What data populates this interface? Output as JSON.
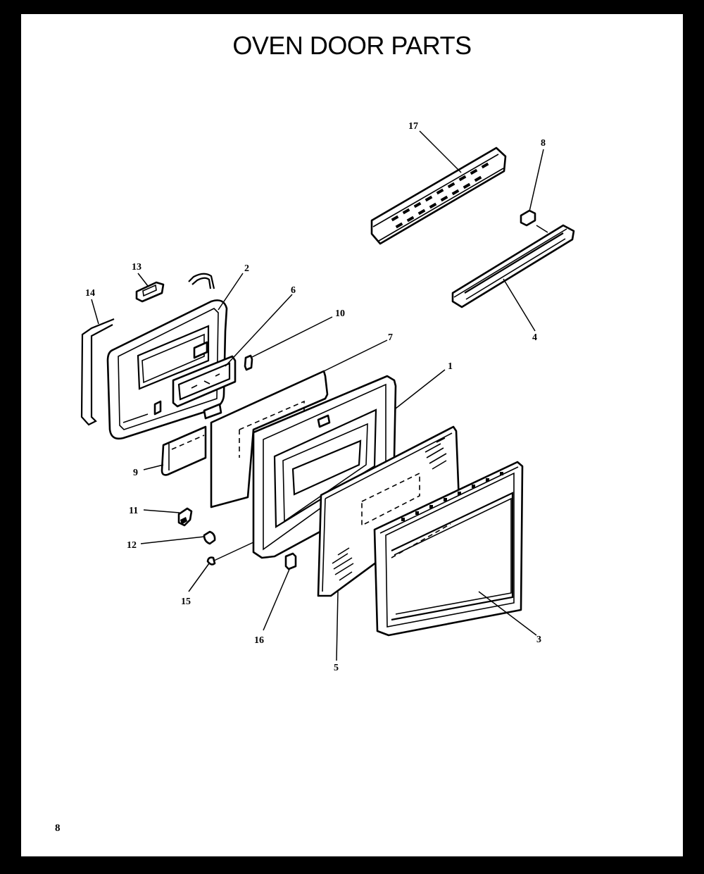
{
  "title": "OVEN DOOR PARTS",
  "page_number": "8",
  "callouts": {
    "c1": "1",
    "c2": "2",
    "c3": "3",
    "c4": "4",
    "c5": "5",
    "c6": "6",
    "c7": "7",
    "c8": "8",
    "c9": "9",
    "c10": "10",
    "c11": "11",
    "c12": "12",
    "c13": "13",
    "c14": "14",
    "c15": "15",
    "c16": "16",
    "c17": "17"
  }
}
